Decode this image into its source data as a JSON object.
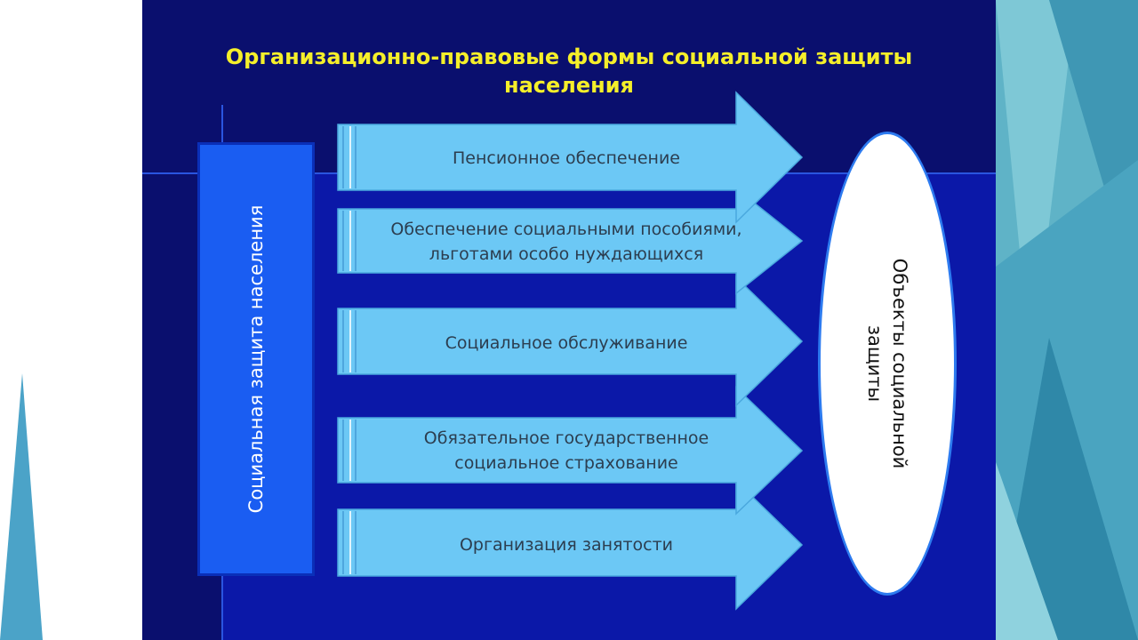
{
  "title": "Организационно-правовые формы социальной защиты населения",
  "left_box": {
    "label": "Социальная защита населения"
  },
  "forms": [
    {
      "line1": "Пенсионное обеспечение",
      "line2": ""
    },
    {
      "line1": "Обеспечение социальными пособиями,",
      "line2": "льготами особо нуждающихся"
    },
    {
      "line1": "Социальное обслуживание",
      "line2": ""
    },
    {
      "line1": "Обязательное государственное",
      "line2": "социальное страхование"
    },
    {
      "line1": "Организация занятости",
      "line2": ""
    }
  ],
  "ellipse": {
    "label": "Объекты социальной защиты"
  },
  "colors": {
    "slide_bg": "#0a0f6e",
    "title": "#f5ef2a",
    "left_box": "#1a5df2",
    "arrow_fill": "#6cc8f5",
    "ellipse_border": "#2d7bf0"
  }
}
